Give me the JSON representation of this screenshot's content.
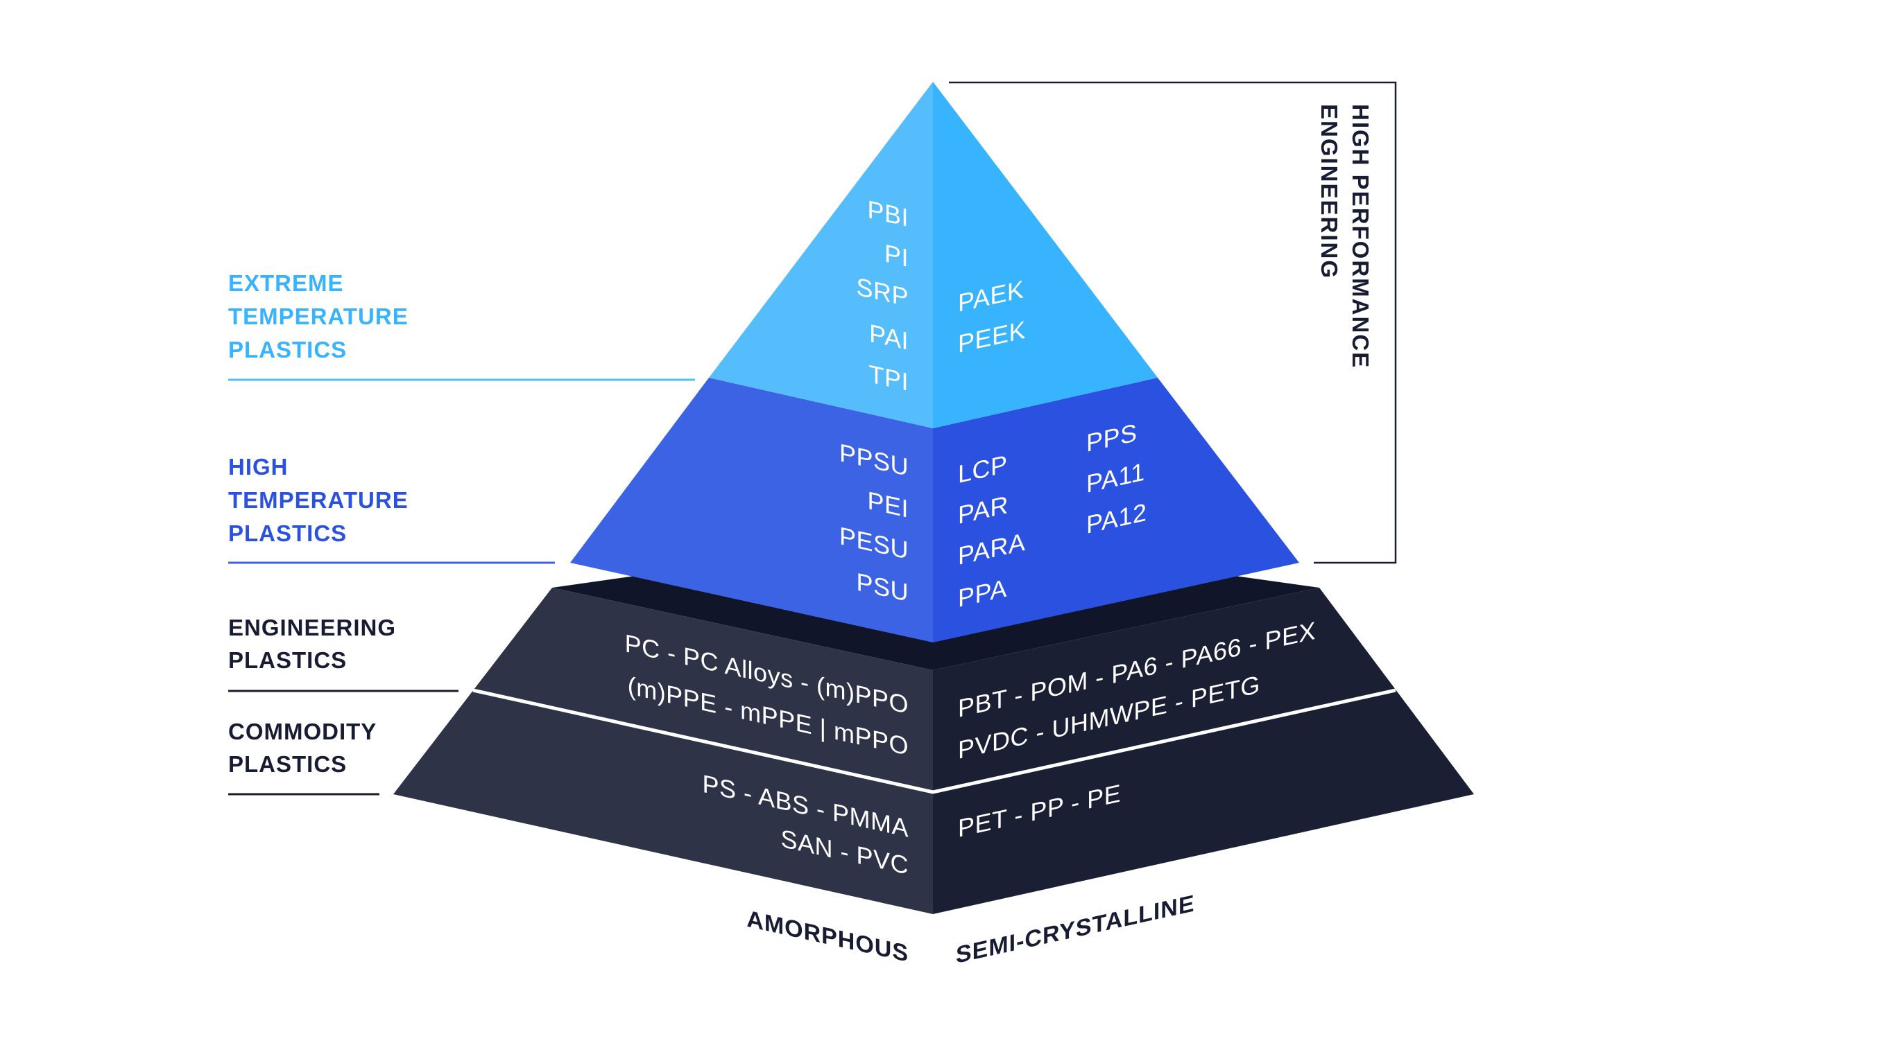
{
  "colors": {
    "extreme_left": "#56bdfc",
    "extreme_right": "#38b3fd",
    "extreme_label": "#38b3fd",
    "high_left": "#3c63e3",
    "high_right": "#2b51e1",
    "high_label": "#2b51e1",
    "base_top": "#11152a",
    "base_left": "#2e3347",
    "base_right": "#1b1f33",
    "dark_text": "#171c33",
    "separator": "#ffffff"
  },
  "tiers": {
    "extreme": {
      "label_lines": [
        "EXTREME",
        "TEMPERATURE",
        "PLASTICS"
      ],
      "amorphous": [
        "PBI",
        "PI",
        "SRP",
        "PAI",
        "TPI"
      ],
      "semi_crystalline": [
        "PAEK",
        "PEEK"
      ]
    },
    "high": {
      "label_lines": [
        "HIGH",
        "TEMPERATURE",
        "PLASTICS"
      ],
      "amorphous": [
        "PPSU",
        "PEI",
        "PESU",
        "PSU"
      ],
      "semi_crystalline_col1": [
        "LCP",
        "PAR",
        "PARA",
        "PPA"
      ],
      "semi_crystalline_col2": [
        "PPS",
        "PA11",
        "PA12"
      ]
    },
    "engineering": {
      "label_lines": [
        "ENGINEERING",
        "PLASTICS"
      ],
      "amorphous": [
        "PC - PC Alloys - (m)PPO",
        "(m)PPE - mPPE | mPPO"
      ],
      "semi_crystalline": [
        "PBT - POM - PA6 - PA66 - PEX",
        "PVDC - UHMWPE - PETG"
      ]
    },
    "commodity": {
      "label_lines": [
        "COMMODITY",
        "PLASTICS"
      ],
      "amorphous": [
        "PS - ABS - PMMA",
        "SAN - PVC"
      ],
      "semi_crystalline": [
        "PET - PP - PE"
      ]
    }
  },
  "bracket_label_lines": [
    "HIGH PERFORMANCE",
    "ENGINEERING"
  ],
  "axis": {
    "left": "AMORPHOUS",
    "right": "SEMI-CRYSTALLINE"
  }
}
